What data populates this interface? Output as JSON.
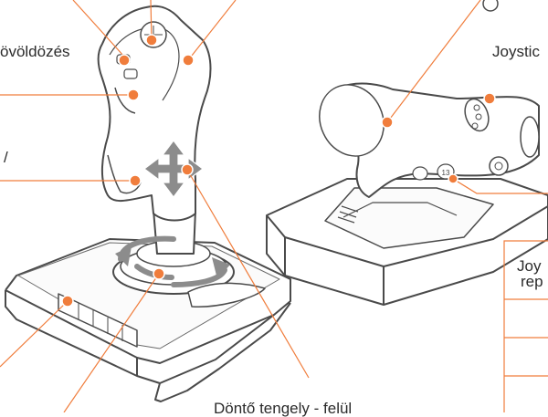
{
  "colors": {
    "leader": "#f07d3c",
    "callout_dot": "#f07d3c",
    "callout_dot_outline": "#ffffff",
    "device_outline": "#4a4a4a",
    "device_fill": "#ffffff",
    "arrow_fill": "#8c8c8c",
    "box_line": "#f07d3c",
    "text": "#2b2b2b"
  },
  "labels": {
    "fire_button": "övöldözés",
    "slash_mark": "/",
    "joystick_throttle_title": "Joystic",
    "throttle_box_line1": "Joy",
    "throttle_box_line2": "rep",
    "tilt_axis": "Döntő tengely - felül"
  },
  "button_numbers": {
    "throttle_button": "13"
  },
  "icons": {
    "callout": "orange-dot-icon",
    "four_way_arrow": "four-way-move-arrow-icon",
    "rotation_arrow": "rotation-arrow-icon",
    "circle_indicator": "circle-outline-icon"
  }
}
